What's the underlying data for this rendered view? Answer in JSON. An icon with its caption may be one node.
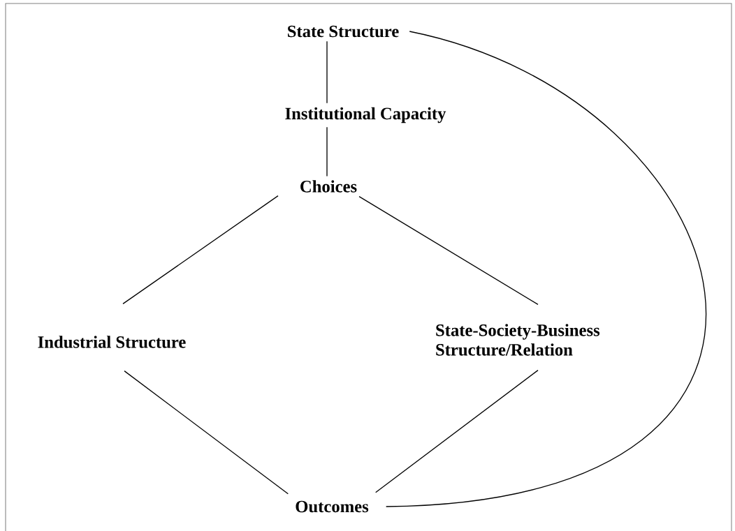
{
  "diagram": {
    "nodes": [
      {
        "text": [
          "State Structure"
        ]
      },
      {
        "text": [
          "Institutional Capacity"
        ]
      },
      {
        "text": [
          "Choices"
        ]
      },
      {
        "text": [
          "Industrial Structure"
        ]
      },
      {
        "text": [
          "State-Society-Business Structure/Relation"
        ]
      },
      {
        "text": [
          "Outcomes"
        ]
      }
    ],
    "edges": [
      {
        "from": 0,
        "to": 1,
        "arrow": "none"
      },
      {
        "from": 1,
        "to": 2,
        "arrow": "none"
      },
      {
        "from": 2,
        "to": 3,
        "arrow": "none"
      },
      {
        "from": 2,
        "to": 4,
        "arrow": "none"
      },
      {
        "from": 3,
        "to": 5,
        "arrow": "none"
      },
      {
        "from": 4,
        "to": 5,
        "arrow": "none"
      },
      {
        "from": 0,
        "to": 5,
        "arrow": "none"
      }
    ]
  }
}
